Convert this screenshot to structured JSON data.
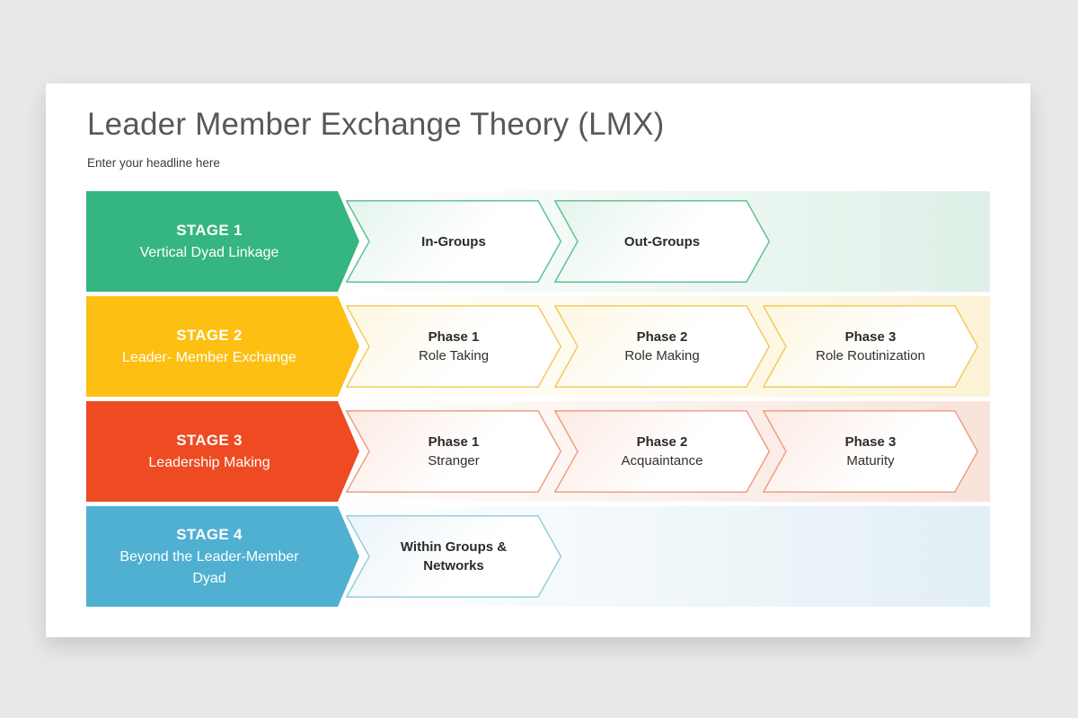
{
  "page": {
    "background": "#e9e8e6",
    "card_background": "#ffffff"
  },
  "slide": {
    "title": "Leader Member Exchange Theory (LMX)",
    "subtitle": "Enter your headline here"
  },
  "rows": [
    {
      "stage_title": "STAGE 1",
      "stage_subtitle": "Vertical Dyad Linkage",
      "colors": {
        "stage": "#35b57f",
        "chevron_border": "#62c296",
        "chevron_tint": "#e4f4ec",
        "row_tint": "#def0e7"
      },
      "items": [
        {
          "title": "In-Groups",
          "subtitle": ""
        },
        {
          "title": "Out-Groups",
          "subtitle": ""
        }
      ]
    },
    {
      "stage_title": "STAGE 2",
      "stage_subtitle": "Leader- Member Exchange",
      "colors": {
        "stage": "#fcbf12",
        "chevron_border": "#f0cd5e",
        "chevron_tint": "#fdf6e0",
        "row_tint": "#fcf3d6"
      },
      "items": [
        {
          "title": "Phase 1",
          "subtitle": "Role Taking"
        },
        {
          "title": "Phase 2",
          "subtitle": "Role Making"
        },
        {
          "title": "Phase 3",
          "subtitle": "Role Routinization"
        }
      ]
    },
    {
      "stage_title": "STAGE 3",
      "stage_subtitle": "Leadership Making",
      "colors": {
        "stage": "#ee4b23",
        "chevron_border": "#eca184",
        "chevron_tint": "#fbeae3",
        "row_tint": "#f9e3db"
      },
      "items": [
        {
          "title": "Phase 1",
          "subtitle": "Stranger"
        },
        {
          "title": "Phase 2",
          "subtitle": "Acquaintance"
        },
        {
          "title": "Phase 3",
          "subtitle": "Maturity"
        }
      ]
    },
    {
      "stage_title": "STAGE 4",
      "stage_subtitle": "Beyond the Leader-Member Dyad",
      "colors": {
        "stage": "#4fb0d1",
        "chevron_border": "#97cde0",
        "chevron_tint": "#ebf4f8",
        "row_tint": "#e2eff5"
      },
      "items": [
        {
          "title": "Within Groups & Networks",
          "subtitle": ""
        }
      ]
    }
  ]
}
